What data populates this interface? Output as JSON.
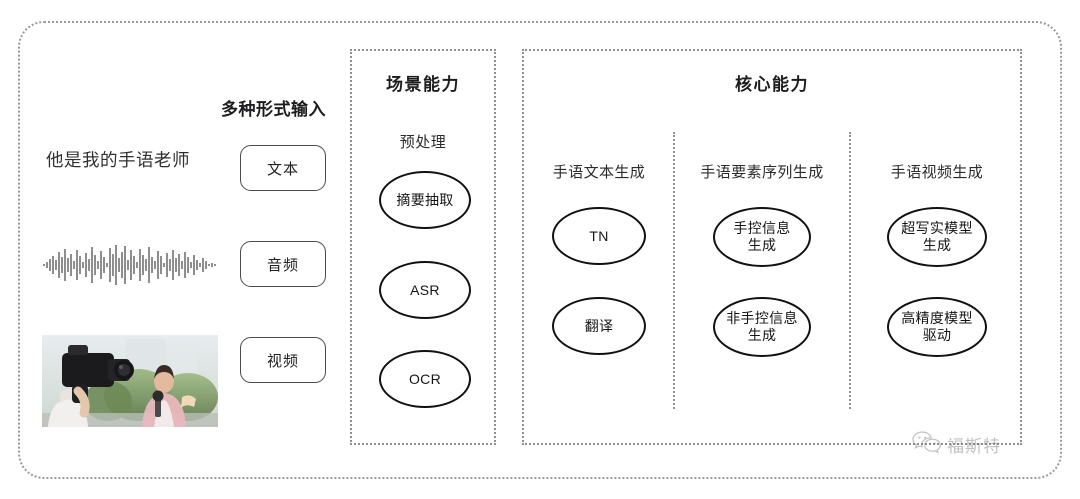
{
  "diagram": {
    "title_hidden": "",
    "input_section": {
      "title": "多种形式输入",
      "sample_text": "他是我的手语老师",
      "modalities": [
        {
          "label": "文本",
          "icon": "text-icon"
        },
        {
          "label": "音频",
          "icon": "waveform-icon"
        },
        {
          "label": "视频",
          "icon": "video-thumbnail-icon"
        }
      ]
    },
    "scene_panel": {
      "title": "场景能力",
      "subtitle": "预处理",
      "nodes": [
        {
          "label": "摘要抽取"
        },
        {
          "label": "ASR"
        },
        {
          "label": "OCR"
        }
      ]
    },
    "core_panel": {
      "title": "核心能力",
      "columns": [
        {
          "title": "手语文本生成",
          "nodes": [
            {
              "line1": "TN",
              "line2": ""
            },
            {
              "line1": "翻译",
              "line2": ""
            }
          ]
        },
        {
          "title": "手语要素序列生成",
          "nodes": [
            {
              "line1": "手控信息",
              "line2": "生成"
            },
            {
              "line1": "非手控信息",
              "line2": "生成"
            }
          ]
        },
        {
          "title": "手语视频生成",
          "nodes": [
            {
              "line1": "超写实模型",
              "line2": "生成"
            },
            {
              "line1": "高精度模型",
              "line2": "驱动"
            }
          ]
        }
      ]
    },
    "watermark": {
      "icon": "wechat-icon",
      "label": "福斯特"
    },
    "colors": {
      "frame_border": "#9a9a9a",
      "panel_border": "#8f8f8f",
      "node_border": "#111111",
      "text": "#1d1d1f",
      "watermark": "#6a6a6a",
      "background": "#ffffff"
    }
  }
}
